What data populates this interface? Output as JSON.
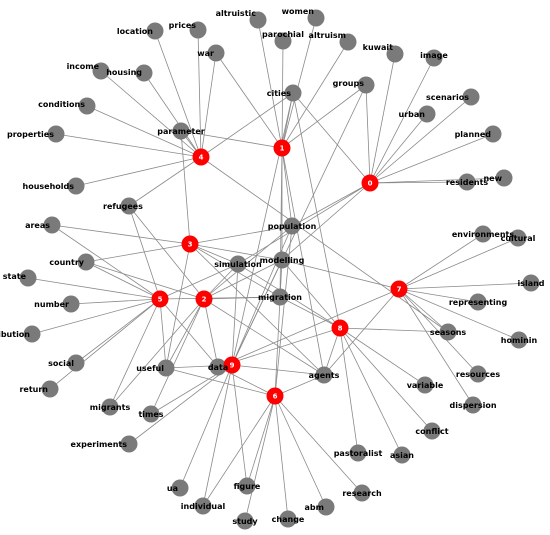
{
  "colors": {
    "topic": "#ff0000",
    "word": "#7a7a7a",
    "edge": "#8a8a8a",
    "text": "#000000"
  },
  "topics": [
    "0",
    "1",
    "2",
    "3",
    "4",
    "5",
    "6",
    "7",
    "8",
    "9"
  ],
  "words": [
    "location",
    "prices",
    "altruistic",
    "women",
    "parochial",
    "altruism",
    "war",
    "kuwait",
    "image",
    "income",
    "housing",
    "cities",
    "groups",
    "conditions",
    "urban",
    "scenarios",
    "properties",
    "parameter",
    "planned",
    "households",
    "residents",
    "new",
    "refugees",
    "areas",
    "population",
    "environments",
    "cultural",
    "country",
    "simulation",
    "modelling",
    "state",
    "island",
    "number",
    "migration",
    "representing",
    "distribution",
    "useful",
    "seasons",
    "hominin",
    "social",
    "data",
    "agents",
    "resources",
    "return",
    "variable",
    "migrants",
    "times",
    "dispersion",
    "conflict",
    "pastoralist",
    "asian",
    "experiments",
    "research",
    "ua",
    "figure",
    "individual",
    "abm",
    "study",
    "change"
  ],
  "edges": [
    [
      "0",
      "kuwait"
    ],
    [
      "0",
      "image"
    ],
    [
      "0",
      "urban"
    ],
    [
      "0",
      "scenarios"
    ],
    [
      "0",
      "planned"
    ],
    [
      "0",
      "residents"
    ],
    [
      "0",
      "new"
    ],
    [
      "0",
      "groups"
    ],
    [
      "0",
      "cities"
    ],
    [
      "0",
      "population"
    ],
    [
      "0",
      "simulation"
    ],
    [
      "0",
      "modelling"
    ],
    [
      "1",
      "altruistic"
    ],
    [
      "1",
      "women"
    ],
    [
      "1",
      "parochial"
    ],
    [
      "1",
      "altruism"
    ],
    [
      "1",
      "war"
    ],
    [
      "1",
      "cities"
    ],
    [
      "1",
      "groups"
    ],
    [
      "1",
      "population"
    ],
    [
      "1",
      "modelling"
    ],
    [
      "1",
      "migration"
    ],
    [
      "1",
      "agents"
    ],
    [
      "1",
      "parameter"
    ],
    [
      "2",
      "refugees"
    ],
    [
      "2",
      "population"
    ],
    [
      "2",
      "simulation"
    ],
    [
      "2",
      "migration"
    ],
    [
      "2",
      "useful"
    ],
    [
      "2",
      "data"
    ],
    [
      "2",
      "times"
    ],
    [
      "2",
      "migrants"
    ],
    [
      "2",
      "agents"
    ],
    [
      "2",
      "country"
    ],
    [
      "2",
      "modelling"
    ],
    [
      "3",
      "simulation"
    ],
    [
      "3",
      "modelling"
    ],
    [
      "3",
      "country"
    ],
    [
      "3",
      "population"
    ],
    [
      "3",
      "areas"
    ],
    [
      "3",
      "useful"
    ],
    [
      "3",
      "migration"
    ],
    [
      "3",
      "agents"
    ],
    [
      "3",
      "parameter"
    ],
    [
      "4",
      "location"
    ],
    [
      "4",
      "prices"
    ],
    [
      "4",
      "income"
    ],
    [
      "4",
      "housing"
    ],
    [
      "4",
      "conditions"
    ],
    [
      "4",
      "properties"
    ],
    [
      "4",
      "parameter"
    ],
    [
      "4",
      "refugees"
    ],
    [
      "4",
      "cities"
    ],
    [
      "4",
      "war"
    ],
    [
      "4",
      "households"
    ],
    [
      "4",
      "seasons"
    ],
    [
      "5",
      "state"
    ],
    [
      "5",
      "number"
    ],
    [
      "5",
      "distribution"
    ],
    [
      "5",
      "social"
    ],
    [
      "5",
      "return"
    ],
    [
      "5",
      "country"
    ],
    [
      "5",
      "areas"
    ],
    [
      "5",
      "useful"
    ],
    [
      "5",
      "migration"
    ],
    [
      "5",
      "simulation"
    ],
    [
      "5",
      "data"
    ],
    [
      "5",
      "migrants"
    ],
    [
      "5",
      "refugees"
    ],
    [
      "6",
      "data"
    ],
    [
      "6",
      "agents"
    ],
    [
      "6",
      "research"
    ],
    [
      "6",
      "figure"
    ],
    [
      "6",
      "individual"
    ],
    [
      "6",
      "study"
    ],
    [
      "6",
      "change"
    ],
    [
      "6",
      "abm"
    ],
    [
      "6",
      "useful"
    ],
    [
      "6",
      "modelling"
    ],
    [
      "6",
      "population"
    ],
    [
      "7",
      "environments"
    ],
    [
      "7",
      "cultural"
    ],
    [
      "7",
      "island"
    ],
    [
      "7",
      "representing"
    ],
    [
      "7",
      "hominin"
    ],
    [
      "7",
      "seasons"
    ],
    [
      "7",
      "resources"
    ],
    [
      "7",
      "dispersion"
    ],
    [
      "7",
      "modelling"
    ],
    [
      "7",
      "agents"
    ],
    [
      "7",
      "data"
    ],
    [
      "8",
      "variable"
    ],
    [
      "8",
      "conflict"
    ],
    [
      "8",
      "pastoralist"
    ],
    [
      "8",
      "asian"
    ],
    [
      "8",
      "seasons"
    ],
    [
      "8",
      "modelling"
    ],
    [
      "8",
      "data"
    ],
    [
      "8",
      "agents"
    ],
    [
      "8",
      "migration"
    ],
    [
      "8",
      "simulation"
    ],
    [
      "8",
      "cities"
    ],
    [
      "9",
      "experiments"
    ],
    [
      "9",
      "ua"
    ],
    [
      "9",
      "figure"
    ],
    [
      "9",
      "individual"
    ],
    [
      "9",
      "useful"
    ],
    [
      "9",
      "data"
    ],
    [
      "9",
      "agents"
    ],
    [
      "9",
      "times"
    ],
    [
      "9",
      "simulation"
    ],
    [
      "9",
      "modelling"
    ],
    [
      "9",
      "population"
    ],
    [
      "9",
      "cities"
    ],
    [
      "9",
      "groups"
    ]
  ]
}
